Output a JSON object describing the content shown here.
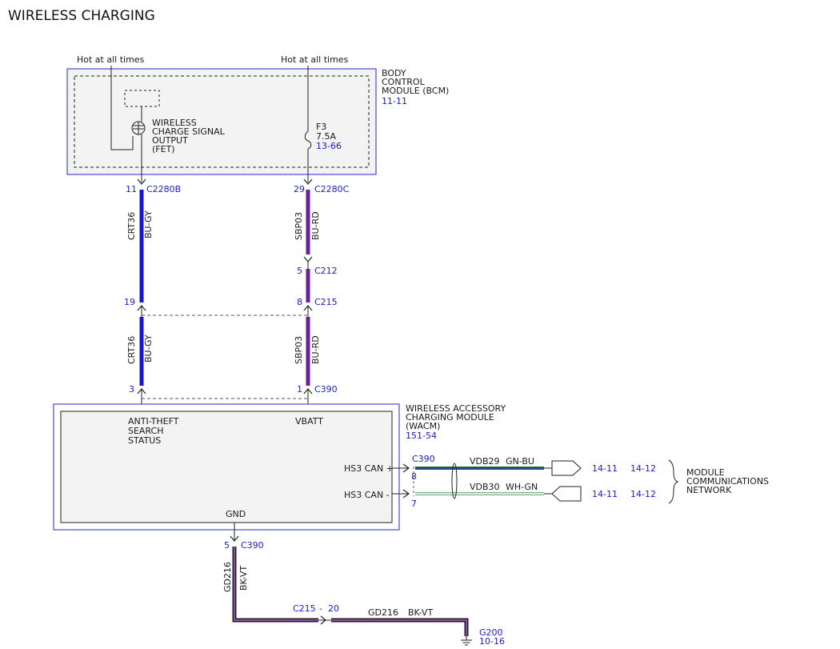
{
  "title": "WIRELESS CHARGING",
  "hot1": "Hot at all times",
  "hot2": "Hot at all times",
  "bcm": {
    "line1": "BODY",
    "line2": "CONTROL",
    "line3": "MODULE (BCM)",
    "ref": "11-11"
  },
  "fet": {
    "line1": "WIRELESS",
    "line2": "CHARGE SIGNAL",
    "line3": "OUTPUT",
    "line4": "(FET)"
  },
  "fuse": {
    "name": "F3",
    "rating": "7.5A",
    "ref": "13-66"
  },
  "connectors": {
    "c2280b_pin": "11",
    "c2280b": "C2280B",
    "c2280c_pin": "29",
    "c2280c": "C2280C",
    "c212_pin": "5",
    "c212": "C212",
    "c215_pin_left": "19",
    "c215_pin_right": "8",
    "c215": "C215",
    "c390_pin_left": "3",
    "c390_pin_right": "1",
    "c390": "C390",
    "c390_can": "C390",
    "c390_can_pin_plus": "8",
    "c390_can_pin_minus": "7",
    "c390_gnd_pin": "5",
    "c390_gnd": "C390",
    "c215_gnd": "C215",
    "c215_gnd_dash": "-",
    "c215_gnd_pin": "20"
  },
  "wires": {
    "crt36_top_circuit": "CRT36",
    "crt36_top_color": "BU-GY",
    "sbp03_top_circuit": "SBP03",
    "sbp03_top_color": "BU-RD",
    "crt36_bot_circuit": "CRT36",
    "crt36_bot_color": "BU-GY",
    "sbp03_bot_circuit": "SBP03",
    "sbp03_bot_color": "BU-RD",
    "vdb29": "VDB29",
    "vdb29_color": "GN-BU",
    "vdb30": "VDB30",
    "vdb30_color": "WH-GN",
    "gd216_vert": "GD216",
    "gd216_vert_color": "BK-VT",
    "gd216_horiz": "GD216",
    "gd216_horiz_color": "BK-VT"
  },
  "wacm": {
    "line1": "WIRELESS ACCESSORY",
    "line2": "CHARGING MODULE",
    "line3": "(WACM)",
    "ref": "151-54",
    "pin_antitheft_1": "ANTI-THEFT",
    "pin_antitheft_2": "SEARCH",
    "pin_antitheft_3": "STATUS",
    "pin_vbatt": "VBATT",
    "pin_can_plus": "HS3 CAN +",
    "pin_can_minus": "HS3 CAN -",
    "pin_gnd": "GND"
  },
  "network": {
    "ref_a1": "14-11",
    "ref_b1": "14-12",
    "ref_a2": "14-11",
    "ref_b2": "14-12",
    "line1": "MODULE",
    "line2": "COMMUNICATIONS",
    "line3": "NETWORK"
  },
  "ground": {
    "name": "G200",
    "ref": "10-16"
  },
  "colors": {
    "blue_wire": "#1515d8",
    "violet_wire": "#6a1f9a",
    "green_wire": "#1f6b3a",
    "outline": "#4a4ad0"
  }
}
